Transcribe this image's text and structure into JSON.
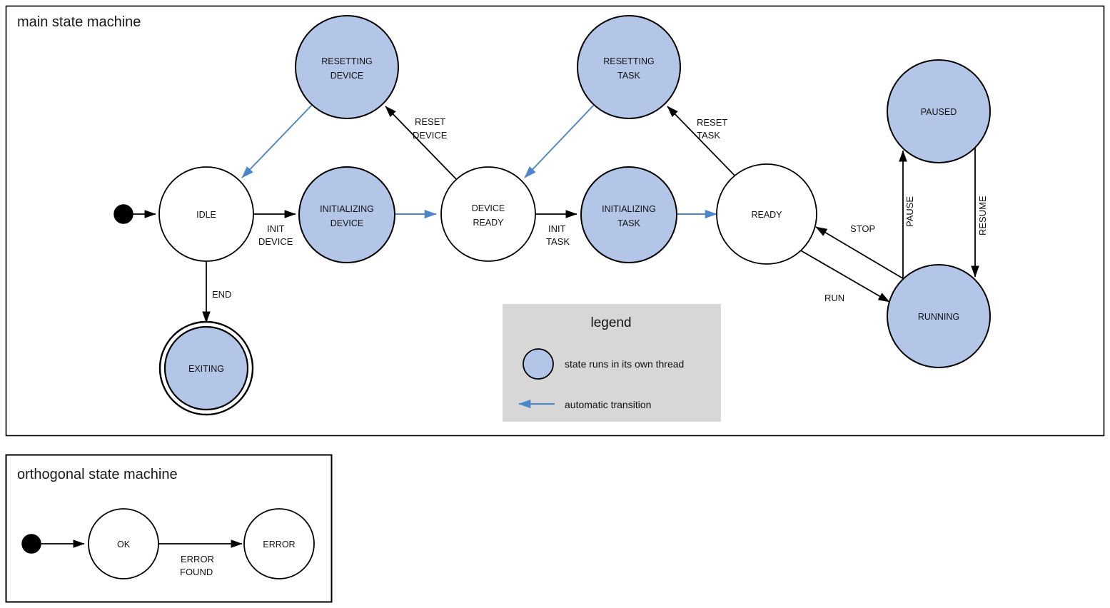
{
  "colors": {
    "thread_state_fill": "#b3c6e7",
    "plain_state_fill": "#ffffff",
    "stroke": "#000000",
    "auto_transition": "#4a86c8",
    "legend_bg": "#d7d7d7",
    "background": "#ffffff"
  },
  "main_frame": {
    "title": "main state machine",
    "states": [
      {
        "id": "idle",
        "label_lines": [
          "IDLE"
        ],
        "threaded": false,
        "final": false
      },
      {
        "id": "resetting-device",
        "label_lines": [
          "RESETTING",
          "DEVICE"
        ],
        "threaded": true,
        "final": false
      },
      {
        "id": "initializing-device",
        "label_lines": [
          "INITIALIZING",
          "DEVICE"
        ],
        "threaded": true,
        "final": false
      },
      {
        "id": "device-ready",
        "label_lines": [
          "DEVICE",
          "READY"
        ],
        "threaded": false,
        "final": false
      },
      {
        "id": "resetting-task",
        "label_lines": [
          "RESETTING",
          "TASK"
        ],
        "threaded": true,
        "final": false
      },
      {
        "id": "initializing-task",
        "label_lines": [
          "INITIALIZING",
          "TASK"
        ],
        "threaded": true,
        "final": false
      },
      {
        "id": "ready",
        "label_lines": [
          "READY"
        ],
        "threaded": false,
        "final": false
      },
      {
        "id": "paused",
        "label_lines": [
          "PAUSED"
        ],
        "threaded": true,
        "final": false
      },
      {
        "id": "running",
        "label_lines": [
          "RUNNING"
        ],
        "threaded": true,
        "final": false
      },
      {
        "id": "exiting",
        "label_lines": [
          "EXITING"
        ],
        "threaded": true,
        "final": true
      }
    ],
    "transitions": [
      {
        "id": "t-start-idle",
        "from": "start",
        "to": "idle",
        "label_lines": [],
        "automatic": false
      },
      {
        "id": "t-idle-initdev",
        "from": "idle",
        "to": "initializing-device",
        "label_lines": [
          "INIT",
          "DEVICE"
        ],
        "automatic": false
      },
      {
        "id": "t-idle-exiting",
        "from": "idle",
        "to": "exiting",
        "label_lines": [
          "END"
        ],
        "automatic": false
      },
      {
        "id": "t-resetdev-idle",
        "from": "resetting-device",
        "to": "idle",
        "label_lines": [],
        "automatic": true
      },
      {
        "id": "t-initdev-devready",
        "from": "initializing-device",
        "to": "device-ready",
        "label_lines": [],
        "automatic": true
      },
      {
        "id": "t-devready-resetdev",
        "from": "device-ready",
        "to": "resetting-device",
        "label_lines": [
          "RESET",
          "DEVICE"
        ],
        "automatic": false
      },
      {
        "id": "t-devready-inittask",
        "from": "device-ready",
        "to": "initializing-task",
        "label_lines": [
          "INIT",
          "TASK"
        ],
        "automatic": false
      },
      {
        "id": "t-resettask-devready",
        "from": "resetting-task",
        "to": "device-ready",
        "label_lines": [],
        "automatic": true
      },
      {
        "id": "t-inittask-ready",
        "from": "initializing-task",
        "to": "ready",
        "label_lines": [],
        "automatic": true
      },
      {
        "id": "t-ready-resettask",
        "from": "ready",
        "to": "resetting-task",
        "label_lines": [
          "RESET",
          "TASK"
        ],
        "automatic": false
      },
      {
        "id": "t-ready-running",
        "from": "ready",
        "to": "running",
        "label_lines": [
          "RUN"
        ],
        "automatic": false
      },
      {
        "id": "t-running-ready",
        "from": "running",
        "to": "ready",
        "label_lines": [
          "STOP"
        ],
        "automatic": false
      },
      {
        "id": "t-running-paused",
        "from": "running",
        "to": "paused",
        "label_lines": [
          "PAUSE"
        ],
        "automatic": false
      },
      {
        "id": "t-paused-running",
        "from": "paused",
        "to": "running",
        "label_lines": [
          "RESUME"
        ],
        "automatic": false
      }
    ]
  },
  "legend": {
    "title": "legend",
    "entries": [
      {
        "id": "legend-thread",
        "kind": "circle",
        "text": "state runs in its own thread"
      },
      {
        "id": "legend-auto",
        "kind": "arrow",
        "text": "automatic transition"
      }
    ]
  },
  "orthogonal_frame": {
    "title": "orthogonal state machine",
    "states": [
      {
        "id": "ok",
        "label_lines": [
          "OK"
        ],
        "threaded": false,
        "final": false
      },
      {
        "id": "error",
        "label_lines": [
          "ERROR"
        ],
        "threaded": false,
        "final": false
      }
    ],
    "transitions": [
      {
        "id": "o-start-ok",
        "from": "start",
        "to": "ok",
        "label_lines": [],
        "automatic": false
      },
      {
        "id": "o-ok-error",
        "from": "ok",
        "to": "error",
        "label_lines": [
          "ERROR",
          "FOUND"
        ],
        "automatic": false
      }
    ]
  }
}
